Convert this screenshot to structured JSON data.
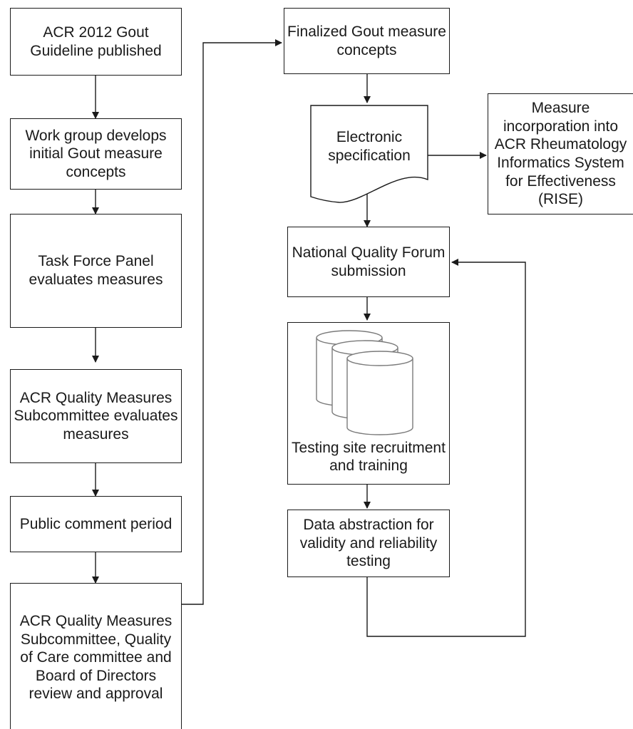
{
  "diagram": {
    "nodes": {
      "n1": "ACR 2012 Gout Guideline published",
      "n2": "Work group develops initial Gout measure concepts",
      "n3": "Task Force Panel evaluates measures",
      "n4": "ACR Quality Measures Subcommittee evaluates measures",
      "n5": "Public comment period",
      "n6": "ACR Quality Measures Subcommittee, Quality of Care committee and Board of Directors review and approval",
      "n7": "Finalized Gout measure concepts",
      "n8": "Electronic specification",
      "n9": "Measure incorporation into ACR Rheumatology Informatics System for Effectiveness (RISE)",
      "n10": "National Quality Forum submission",
      "n11": "Testing site recruitment and training",
      "n12": "Data abstraction for validity and reliability testing"
    },
    "icons": {
      "database": "database-cylinders-icon"
    },
    "edges": [
      [
        "n1",
        "n2"
      ],
      [
        "n2",
        "n3"
      ],
      [
        "n3",
        "n4"
      ],
      [
        "n4",
        "n5"
      ],
      [
        "n5",
        "n6"
      ],
      [
        "n6",
        "n7"
      ],
      [
        "n7",
        "n8"
      ],
      [
        "n8",
        "n9"
      ],
      [
        "n8",
        "n10"
      ],
      [
        "n10",
        "n11"
      ],
      [
        "n11",
        "n12"
      ],
      [
        "n12",
        "n10"
      ]
    ]
  }
}
